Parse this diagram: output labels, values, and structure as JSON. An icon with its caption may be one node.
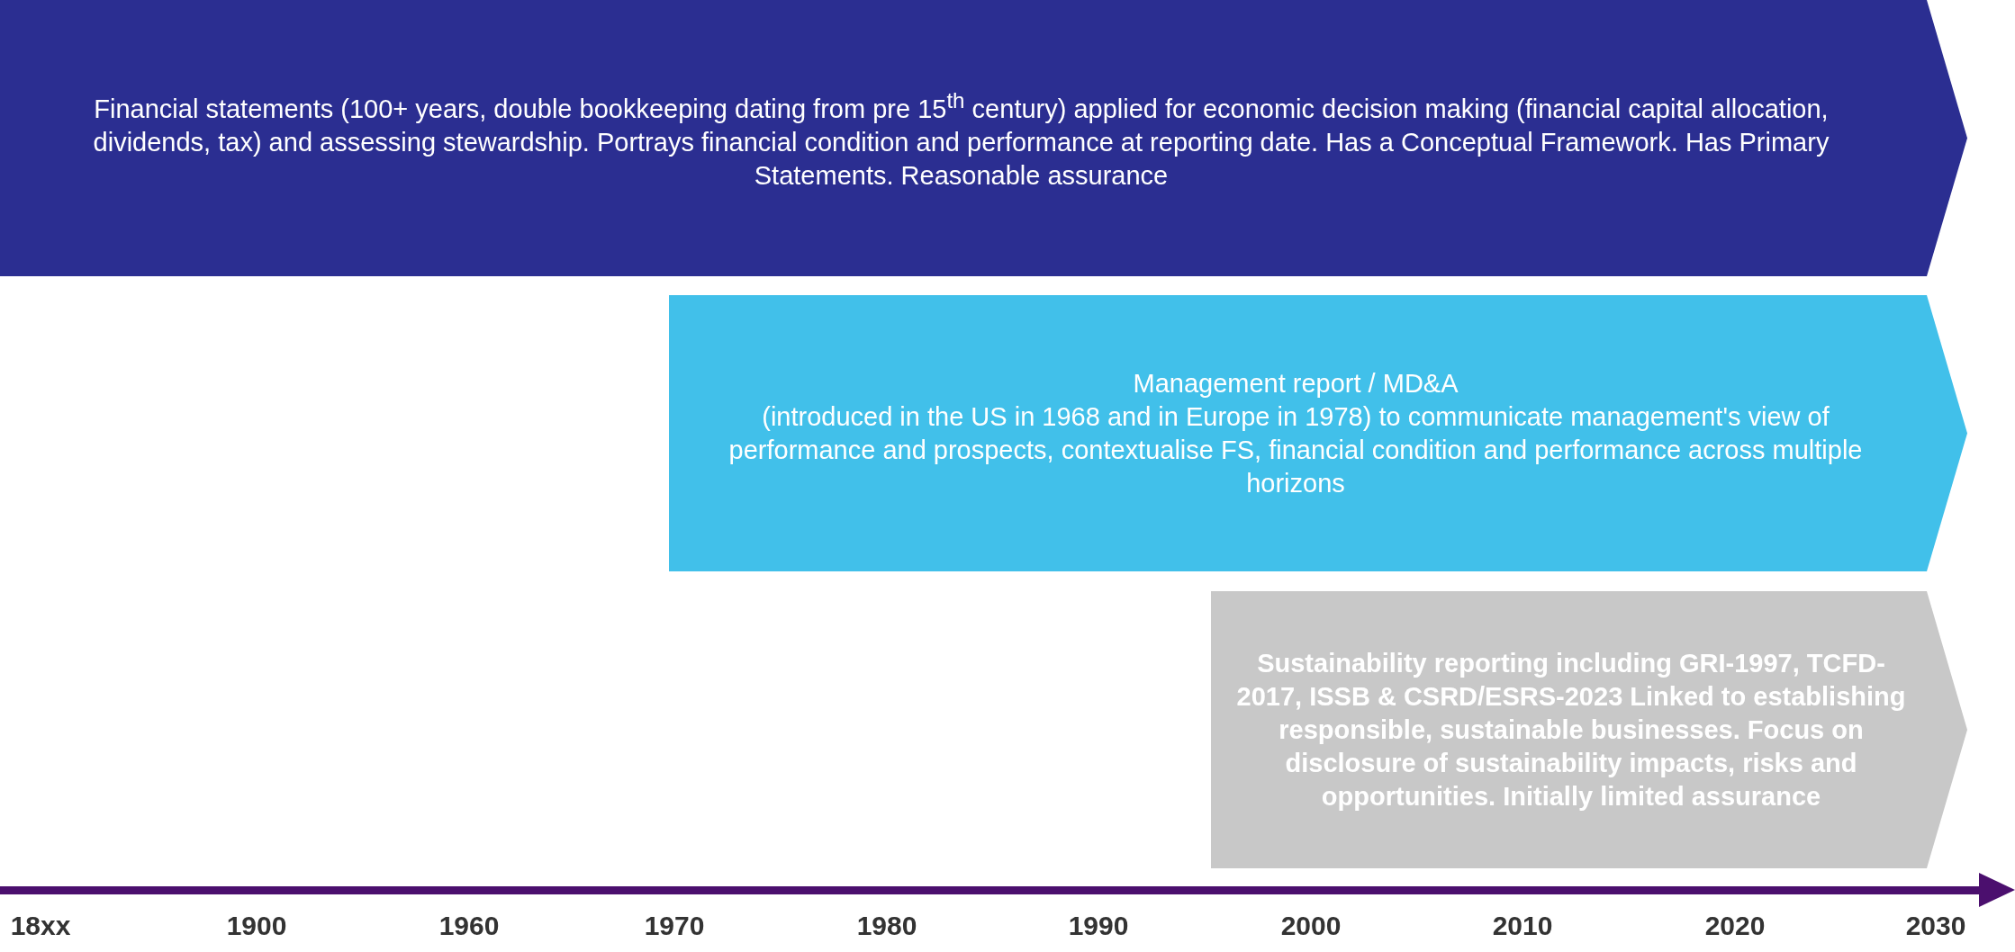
{
  "diagram": {
    "nodes": [
      {
        "text": [
          "Financial statements (100+ years, double bookkeeping dating from pre 15$^{th}$ century) applied for economic decision making (financial capital allocation, dividends, tax) and assessing stewardship. Portrays financial condition and performance at reporting date. Has a Conceptual Framework. Has Primary Statements. Reasonable assurance"
        ]
      },
      {
        "text": [
          "Management report / MD&A",
          "(introduced in the US in 1968 and in Europe in 1978) to communicate management's view of performance and prospects, contextualise FS, financial condition and performance across multiple horizons"
        ]
      },
      {
        "text": [
          "Sustainability reporting including GRI-1997, TCFD-2017, ISSB & CSRD/ESRS-2023 Linked to establishing responsible, sustainable businesses. Focus on disclosure of sustainability impacts, risks and opportunities. Initially limited assurance"
        ]
      }
    ],
    "labels": [
      "18xx",
      "1900",
      "1960",
      "1970",
      "1980",
      "1990",
      "2000",
      "2010",
      "2020",
      "2030"
    ]
  }
}
